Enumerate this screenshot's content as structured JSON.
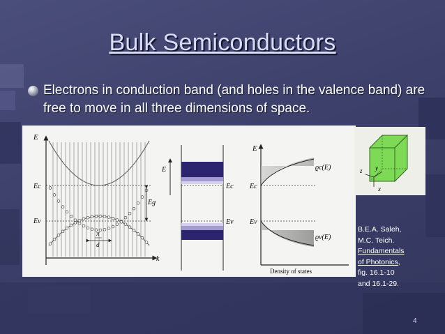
{
  "slide": {
    "title": "Bulk Semiconductors",
    "bullet": "Electrons in conduction band (and holes in the valence band) are free to move in all three dimensions of space.",
    "page_number": "4"
  },
  "figure": {
    "energy_axis_label": "E",
    "wavevector_axis_label": "k",
    "conduction_edge_label": "Ec",
    "valence_edge_label": "Ev",
    "gap_label": "Eg",
    "lattice_pi": "π",
    "lattice_d": "d",
    "middle_energy_label": "E",
    "middle_ec_label": "Ec",
    "middle_ev_label": "Ev",
    "dos_energy_label": "E",
    "dos_ec_label": "Ec",
    "dos_ev_label": "Ev",
    "dos_c_label": "ϱc(E)",
    "dos_v_label": "ϱv(E)",
    "dos_axis_label": "Density of states",
    "cube_z": "z",
    "cube_y": "y",
    "cube_x": "x",
    "cube_color": "#7ed957"
  },
  "reference": {
    "line1": "B.E.A. Saleh,",
    "line2": "M.C. Teich.",
    "link1": "Fundamentals",
    "link2": "of Photonics",
    "line3": ",",
    "line4": "fig. 16.1-10",
    "line5": "and 16.1-29."
  }
}
